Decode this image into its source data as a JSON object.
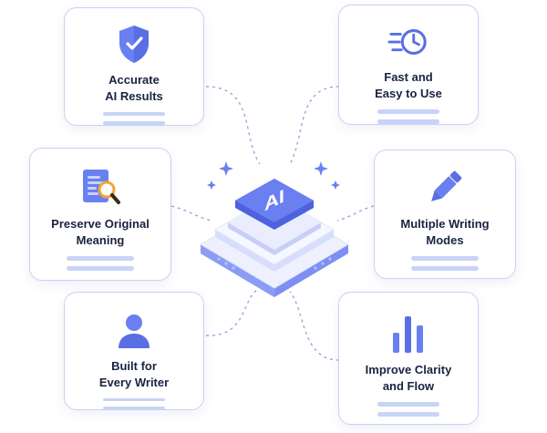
{
  "cards": [
    {
      "key": "accurate",
      "title": "Accurate\nAI Results",
      "icon": "shield-check-icon"
    },
    {
      "key": "fast",
      "title": "Fast and\nEasy to Use",
      "icon": "fast-clock-icon"
    },
    {
      "key": "preserve",
      "title": "Preserve Original\nMeaning",
      "icon": "document-search-icon"
    },
    {
      "key": "modes",
      "title": "Multiple Writing\nModes",
      "icon": "pencil-icon"
    },
    {
      "key": "writer",
      "title": "Built for\nEvery Writer",
      "icon": "user-icon"
    },
    {
      "key": "clarity",
      "title": "Improve Clarity\nand Flow",
      "icon": "bar-chart-icon"
    }
  ],
  "center": {
    "label": "AI",
    "icon": "ai-chip-icon"
  },
  "colors": {
    "accent": "#6a7ff0",
    "accent_light": "#c8d3f7",
    "border": "#c9d2ee",
    "text": "#1a2340"
  }
}
